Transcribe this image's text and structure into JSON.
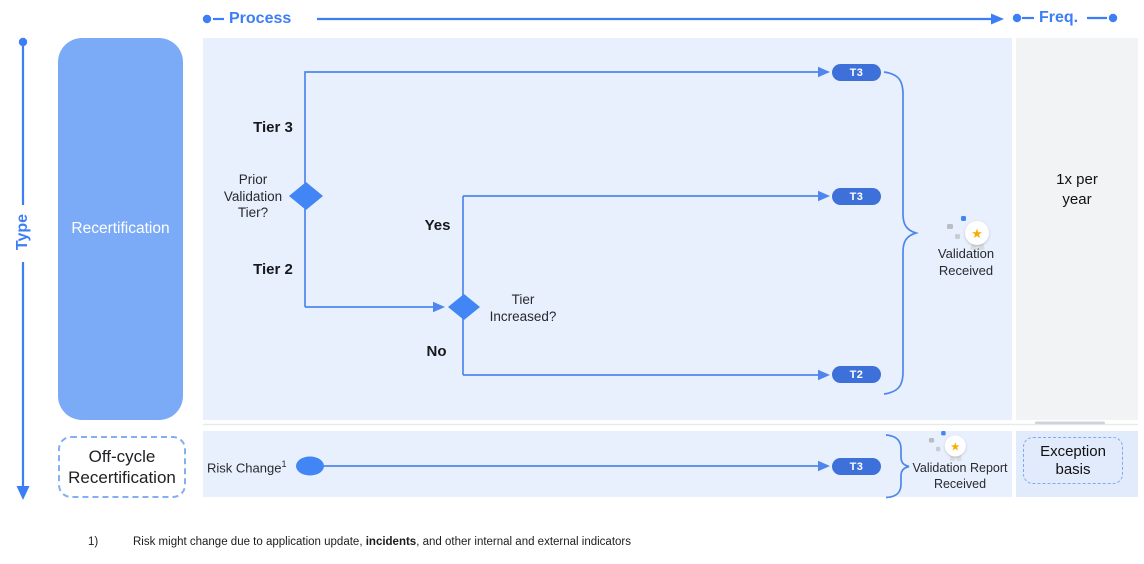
{
  "colors": {
    "accent_blue": "#3c7ef5",
    "line_blue": "#4f86ec",
    "node_blue": "#4285f4",
    "pill_blue": "#3e70d9",
    "box_blue": "#7baaf7",
    "panel_blue": "#e8f0fe",
    "panel_gray": "#f1f3f4",
    "cell_blue": "#e2ebfb",
    "star_orange": "#f9ab00"
  },
  "axes": {
    "process_label": "Process",
    "freq_label": "Freq.",
    "type_label": "Type"
  },
  "rows": {
    "recertification": {
      "label": "Recertification",
      "frequency_line1": "1x per",
      "frequency_line2": "year"
    },
    "off_cycle": {
      "label_line1": "Off-cycle",
      "label_line2": "Recertification",
      "frequency_line1": "Exception",
      "frequency_line2": "basis"
    }
  },
  "flow": {
    "branch_top_label": "Tier 3",
    "branch_bottom_label": "Tier 2",
    "decision1_line1": "Prior",
    "decision1_line2": "Validation",
    "decision1_line3": "Tier?",
    "decision2_line1": "Tier",
    "decision2_line2": "Increased?",
    "yes_label": "Yes",
    "no_label": "No",
    "pills": [
      "T3",
      "T3",
      "T2"
    ],
    "outcome_line1": "Validation",
    "outcome_line2": "Received"
  },
  "off_cycle_flow": {
    "trigger_label": "Risk Change",
    "trigger_footnote_ref": "1",
    "pill": "T3",
    "outcome_line1": "Validation Report",
    "outcome_line2": "Received"
  },
  "footnote": {
    "marker": "1)",
    "text_pre": "Risk might change due to application update, ",
    "text_bold": "incidents",
    "text_post": ", and other internal and external indicators"
  }
}
